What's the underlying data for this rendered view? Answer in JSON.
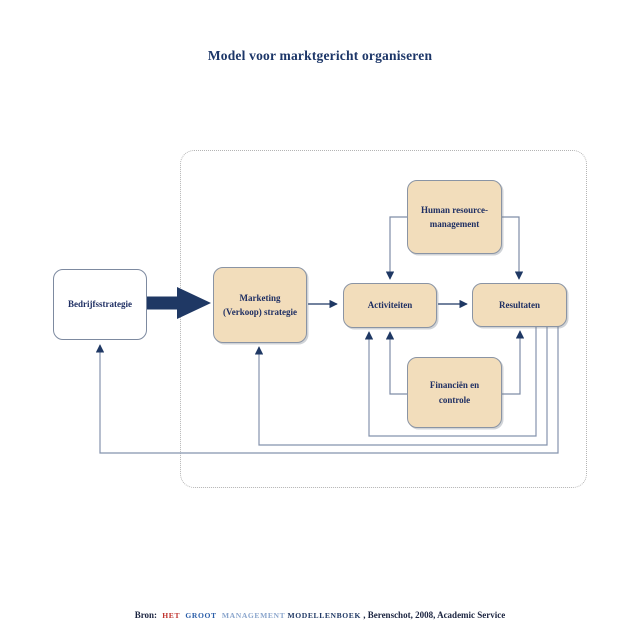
{
  "title": "Model voor marktgericht organiseren",
  "nodes": {
    "bedrijfsstrategie": {
      "lines": [
        "Bedrijfsstrategie"
      ]
    },
    "marketing": {
      "lines": [
        "Marketing",
        "(Verkoop) strategie"
      ]
    },
    "hrm": {
      "lines": [
        "Human resource-",
        "management"
      ]
    },
    "activiteiten": {
      "lines": [
        "Activiteiten"
      ]
    },
    "resultaten": {
      "lines": [
        "Resultaten"
      ]
    },
    "financien": {
      "lines": [
        "Financiën en",
        "controle"
      ]
    }
  },
  "edges": [
    {
      "from": "Bedrijfsstrategie",
      "to": "Marketing (Verkoop) strategie",
      "style": "block-arrow"
    },
    {
      "from": "Marketing (Verkoop) strategie",
      "to": "Activiteiten",
      "style": "arrow"
    },
    {
      "from": "Activiteiten",
      "to": "Resultaten",
      "style": "arrow"
    },
    {
      "from": "Human resource-management",
      "to": "Activiteiten",
      "style": "arrow"
    },
    {
      "from": "Human resource-management",
      "to": "Resultaten",
      "style": "arrow"
    },
    {
      "from": "Financiën en controle",
      "to": "Activiteiten",
      "style": "arrow"
    },
    {
      "from": "Financiën en controle",
      "to": "Resultaten",
      "style": "arrow"
    },
    {
      "from": "Resultaten",
      "to": "Activiteiten",
      "style": "feedback"
    },
    {
      "from": "Resultaten",
      "to": "Marketing (Verkoop) strategie",
      "style": "feedback"
    },
    {
      "from": "Resultaten",
      "to": "Bedrijfsstrategie",
      "style": "feedback"
    }
  ],
  "source": {
    "prefix": "Bron:",
    "het": "HET",
    "groot": "GROOT",
    "management": "MANAGEMENT",
    "modellenboek": "MODELLENBOEK",
    "suffix": ", Berenschot, 2008, Academic Service"
  },
  "colors": {
    "title_navy": "#1c3668",
    "node_fill_tan": "#f2ddbb",
    "node_text_navy": "#1f2f63",
    "arrow_navy": "#1f3864",
    "wire_gray_blue": "#8593ad",
    "brand_het_red": "#bf312c",
    "brand_groot_blue": "#2a5da8",
    "brand_management_lightblue": "#8aa5cc",
    "brand_modellenboek_navy": "#1f3864"
  }
}
